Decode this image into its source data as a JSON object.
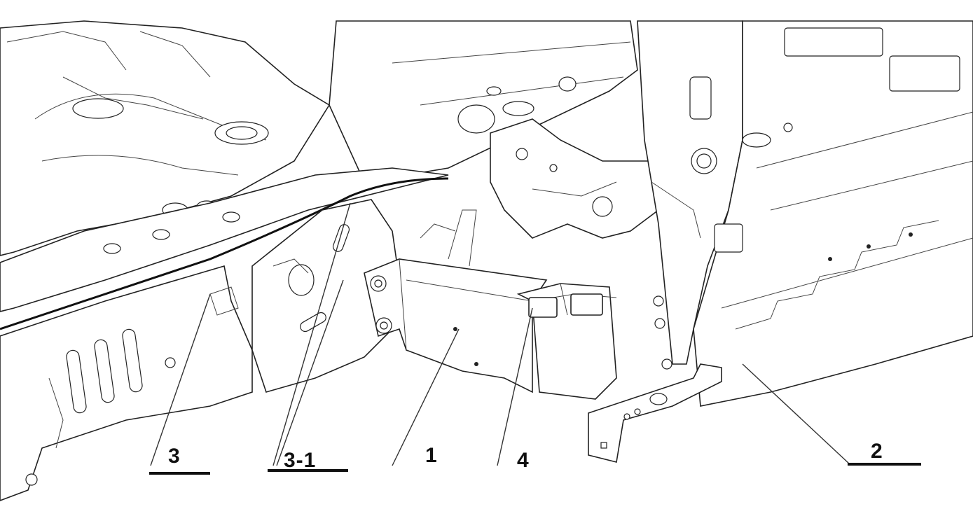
{
  "labels": {
    "part_1": "1",
    "part_2": "2",
    "part_3": "3",
    "part_3_1": "3-1",
    "part_4": "4"
  },
  "colors": {
    "line": "#222222",
    "background": "#ffffff"
  }
}
